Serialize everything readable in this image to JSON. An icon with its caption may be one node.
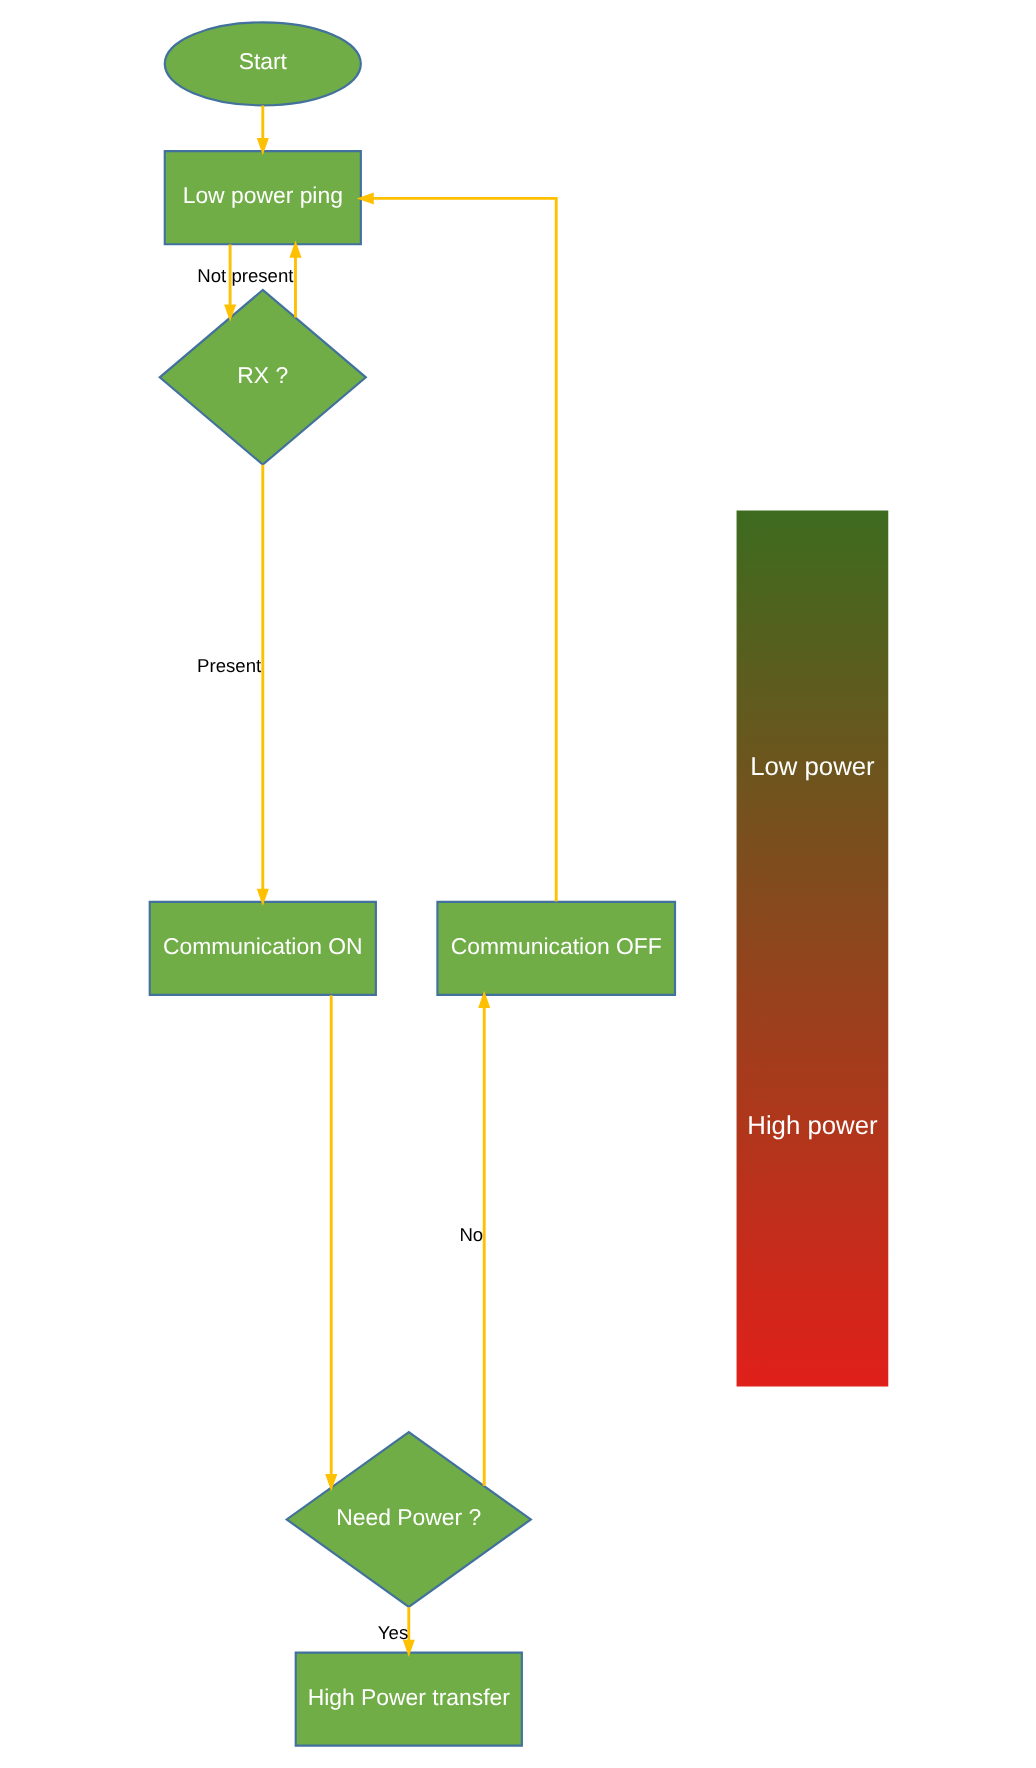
{
  "diagram": {
    "nodes": [
      {
        "text": [
          "Start"
        ]
      },
      {
        "text": [
          "Low power ping"
        ]
      },
      {
        "text": [
          "RX ?"
        ]
      },
      {
        "text": [
          "Communication ON"
        ]
      },
      {
        "text": [
          "Need Power ?"
        ]
      },
      {
        "text": [
          "High Power transfer"
        ]
      },
      {
        "text": [
          "Communication OFF"
        ]
      },
      {
        "text": [
          "Low power",
          "High power"
        ]
      }
    ],
    "edges": [
      {
        "from": 0,
        "to": 1,
        "arrow": "to"
      },
      {
        "from": 1,
        "to": 2,
        "arrow": "to"
      },
      {
        "from": 2,
        "to": 3,
        "arrow": "to",
        "label": "Present"
      },
      {
        "from": 3,
        "to": 4,
        "arrow": "to"
      },
      {
        "from": 4,
        "to": 5,
        "arrow": "to",
        "label": "Yes"
      },
      {
        "from": 4,
        "to": 6,
        "arrow": "to",
        "label": "No"
      },
      {
        "from": 6,
        "to": 1,
        "arrow": "to"
      },
      {
        "from": 2,
        "to": 1,
        "arrow": "to",
        "label": "Not present"
      }
    ]
  }
}
